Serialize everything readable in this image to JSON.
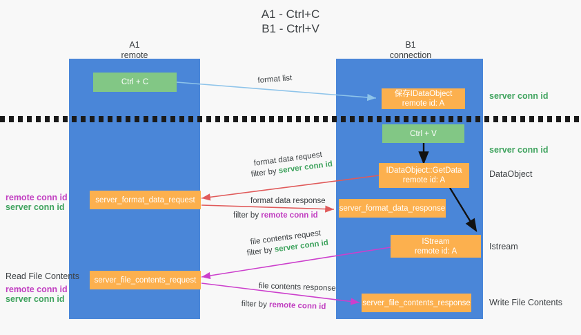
{
  "title": "A1 - Ctrl+C\nB1 - Ctrl+V",
  "columns": [
    {
      "name": "col-a1",
      "label": "A1\nremote"
    },
    {
      "name": "col-b1",
      "label": "B1\nconnection"
    }
  ],
  "boxes": {
    "ctrl_c": "Ctrl + C",
    "ctrl_v": "Ctrl + V",
    "ole_idataobject": "保存IDataObject\nremote id: A",
    "idataobject_getdata": "IDataObject::GetData\nremote id: A",
    "istream": "IStream\nremote id: A",
    "server_format_data_request": "server_format_data_request",
    "server_format_data_response": "server_format_data_response",
    "server_file_contents_request": "server_file_contents_request",
    "server_file_contents_response": "server_file_contents_response"
  },
  "right_labels": {
    "server_conn_id_top": "server conn id",
    "server_conn_id_mid": "server conn id",
    "dataobject": "DataObject",
    "istream": "Istream",
    "write_file_contents": "Write File Contents"
  },
  "left_labels": {
    "remote_conn_id_format": "remote conn id",
    "server_conn_id_format": "server conn id",
    "read_file_contents": "Read File Contents",
    "remote_conn_id_file": "remote conn id",
    "server_conn_id_file": "server conn id"
  },
  "edges": {
    "format_list": "format list",
    "format_data_request": "format data request",
    "format_data_request_filter_prefix": "filter by ",
    "format_data_request_filter_key": "server conn id",
    "format_data_response": "format data response",
    "format_data_response_filter_prefix": "filter by ",
    "format_data_response_filter_key": "remote conn id",
    "file_contents_request": "file contents request",
    "file_contents_request_filter_prefix": "filter by ",
    "file_contents_request_filter_key": "server conn id",
    "file_contents_response": "file contents response",
    "file_contents_response_filter_prefix": "filter by ",
    "file_contents_response_filter_key": "remote conn id"
  },
  "colors": {
    "lane": "#4a86d8",
    "green_box": "#82c785",
    "orange_box": "#fcb04e",
    "green_text": "#3fa35e",
    "magenta_text": "#c13fc1",
    "arrow_light_blue": "#8ec4ea",
    "arrow_red": "#e05a5a",
    "arrow_magenta": "#cc3fcc",
    "arrow_black": "#000000"
  }
}
